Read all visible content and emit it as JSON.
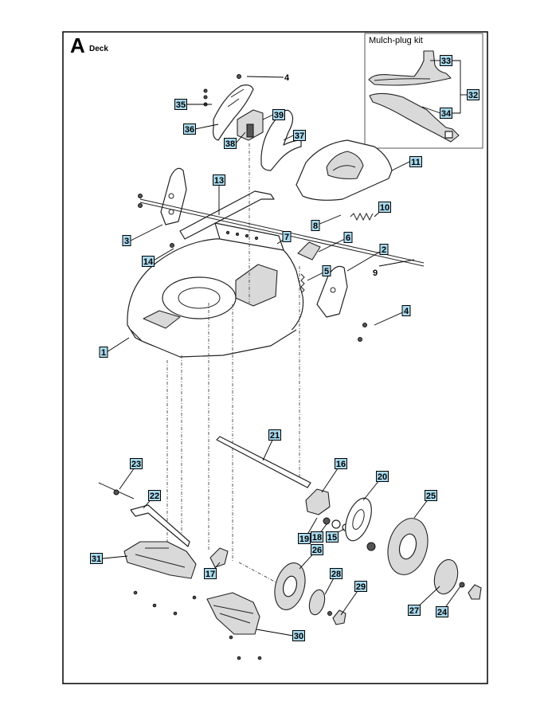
{
  "section": {
    "letter": "A",
    "title": "Deck"
  },
  "kit": {
    "title": "Mulch-plug kit"
  },
  "callouts": [
    {
      "id": "c1",
      "label": "1",
      "boxed": true
    },
    {
      "id": "c2",
      "label": "2",
      "boxed": true
    },
    {
      "id": "c3",
      "label": "3",
      "boxed": true
    },
    {
      "id": "c4a",
      "label": "4",
      "boxed": false
    },
    {
      "id": "c4b",
      "label": "4",
      "boxed": true
    },
    {
      "id": "c5",
      "label": "5",
      "boxed": true
    },
    {
      "id": "c6",
      "label": "6",
      "boxed": true
    },
    {
      "id": "c7",
      "label": "7",
      "boxed": true
    },
    {
      "id": "c8",
      "label": "8",
      "boxed": true
    },
    {
      "id": "c9",
      "label": "9",
      "boxed": false
    },
    {
      "id": "c10",
      "label": "10",
      "boxed": true
    },
    {
      "id": "c11",
      "label": "11",
      "boxed": true
    },
    {
      "id": "c13",
      "label": "13",
      "boxed": true
    },
    {
      "id": "c14",
      "label": "14",
      "boxed": true
    },
    {
      "id": "c15",
      "label": "15",
      "boxed": true
    },
    {
      "id": "c16",
      "label": "16",
      "boxed": true
    },
    {
      "id": "c17",
      "label": "17",
      "boxed": true
    },
    {
      "id": "c18",
      "label": "18",
      "boxed": true
    },
    {
      "id": "c19",
      "label": "19",
      "boxed": true
    },
    {
      "id": "c20",
      "label": "20",
      "boxed": true
    },
    {
      "id": "c21",
      "label": "21",
      "boxed": true
    },
    {
      "id": "c22",
      "label": "22",
      "boxed": true
    },
    {
      "id": "c23",
      "label": "23",
      "boxed": true
    },
    {
      "id": "c24",
      "label": "24",
      "boxed": true
    },
    {
      "id": "c25",
      "label": "25",
      "boxed": true
    },
    {
      "id": "c26",
      "label": "26",
      "boxed": true
    },
    {
      "id": "c27",
      "label": "27",
      "boxed": true
    },
    {
      "id": "c28",
      "label": "28",
      "boxed": true
    },
    {
      "id": "c29",
      "label": "29",
      "boxed": true
    },
    {
      "id": "c30",
      "label": "30",
      "boxed": true
    },
    {
      "id": "c31",
      "label": "31",
      "boxed": true
    },
    {
      "id": "c32",
      "label": "32",
      "boxed": true
    },
    {
      "id": "c33",
      "label": "33",
      "boxed": true
    },
    {
      "id": "c34",
      "label": "34",
      "boxed": true
    },
    {
      "id": "c35",
      "label": "35",
      "boxed": true
    },
    {
      "id": "c36",
      "label": "36",
      "boxed": true
    },
    {
      "id": "c37",
      "label": "37",
      "boxed": true
    },
    {
      "id": "c38",
      "label": "38",
      "boxed": true
    },
    {
      "id": "c39",
      "label": "39",
      "boxed": true
    }
  ],
  "colors": {
    "callout_fill": "#a8d8ec",
    "line": "#000000",
    "part_shade": "#d9d9d9"
  }
}
